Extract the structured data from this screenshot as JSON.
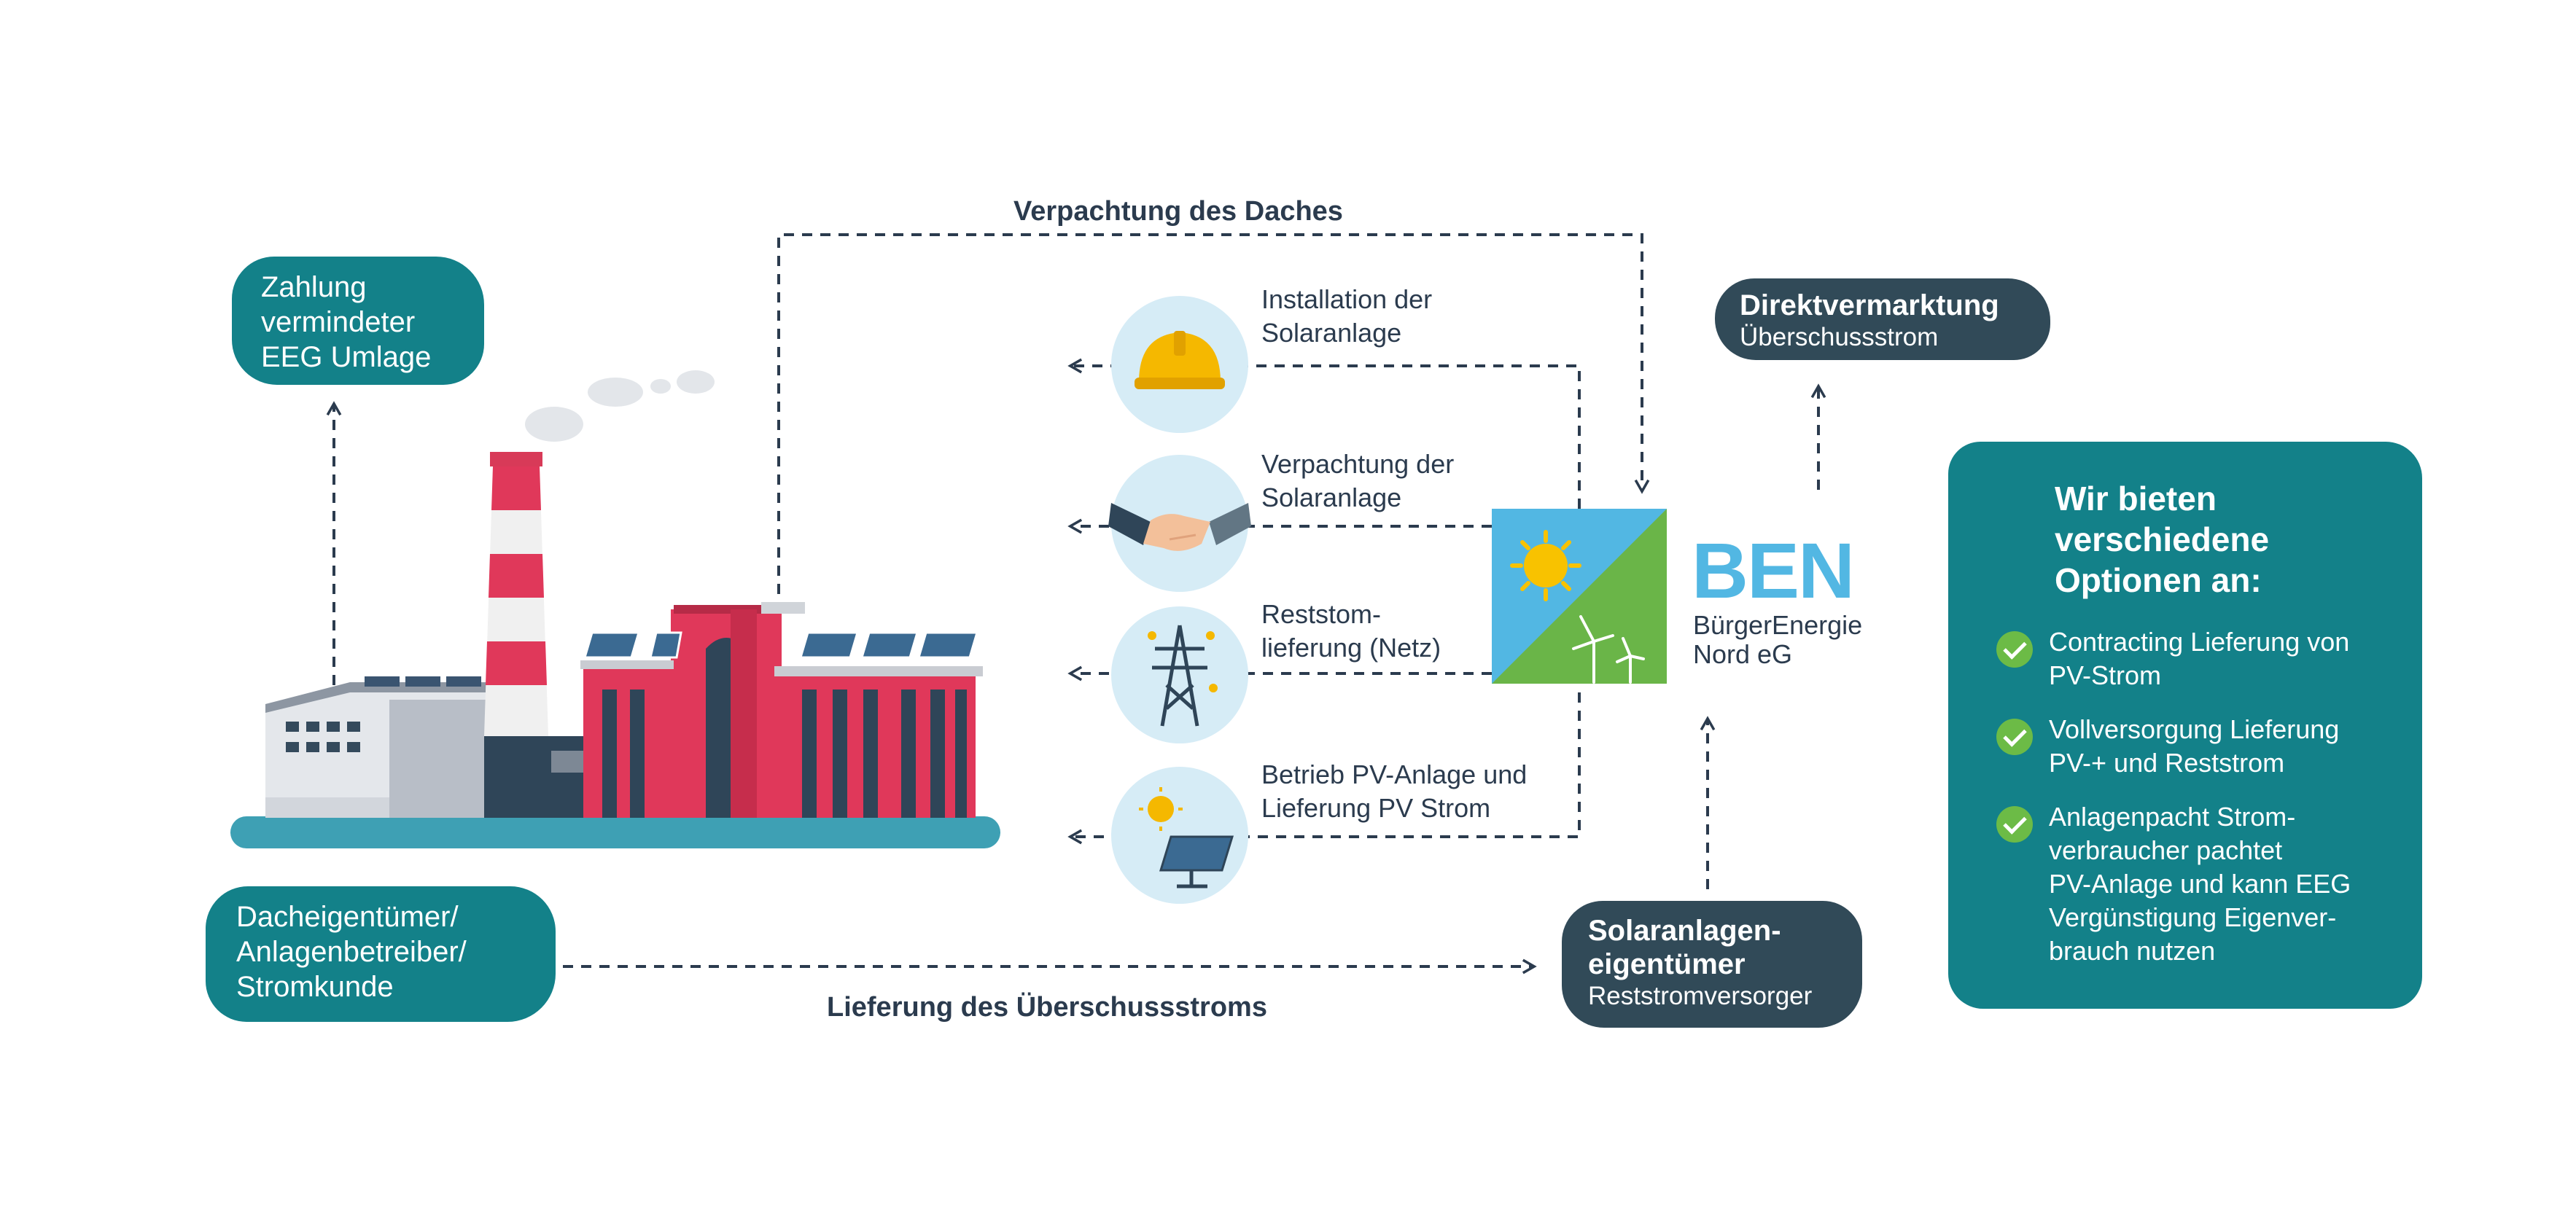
{
  "top_label": "Verpachtung des Daches",
  "bottom_label": "Lieferung des Überschussstroms",
  "payment_box": {
    "lines": [
      "Zahlung",
      "vermindeter",
      "EEG Umlage"
    ]
  },
  "owner_box": {
    "lines": [
      "Dacheigentümer/",
      "Anlagenbetreiber/",
      "Stromkunde"
    ]
  },
  "direct_box": {
    "title": "Direktvermarktung",
    "subtitle": "Überschussstrom"
  },
  "solar_owner_box": {
    "title_lines": [
      "Solaranlagen-",
      "eigentümer"
    ],
    "subtitle": "Reststromversorger"
  },
  "services": [
    {
      "lines": [
        "Installation der",
        "Solaranlage"
      ],
      "icon": "hard-hat-icon"
    },
    {
      "lines": [
        "Verpachtung der",
        "Solaranlage"
      ],
      "icon": "handshake-icon"
    },
    {
      "lines": [
        "Reststom-",
        "lieferung (Netz)"
      ],
      "icon": "power-pylon-icon"
    },
    {
      "lines": [
        "Betrieb PV-Anlage und",
        "Lieferung PV Strom"
      ],
      "icon": "solar-panel-icon"
    }
  ],
  "ben": {
    "mark": "BEN",
    "name_lines": [
      "BürgerEnergie",
      "Nord eG"
    ]
  },
  "offer_box": {
    "title_lines": [
      "Wir bieten",
      "verschiedene",
      "Optionen an:"
    ],
    "items": [
      {
        "lines": [
          "Contracting Lieferung von",
          "PV-Strom"
        ]
      },
      {
        "lines": [
          "Vollversorgung Lieferung",
          "PV-+ und Reststrom"
        ]
      },
      {
        "lines": [
          "Anlagenpacht Strom-",
          "verbraucher pachtet",
          "PV-Anlage und kann EEG",
          "Vergünstigung Eigenver-",
          "brauch nutzen"
        ]
      }
    ]
  },
  "colors": {
    "teal": "#138189",
    "dark_slate": "#314a58",
    "text": "#2b3b4e",
    "ben_blue": "#52b7e3",
    "ben_green": "#6ab548",
    "factory_red": "#e0385a",
    "check_green": "#6cbb46",
    "icon_circle": "#d6ecf6"
  }
}
